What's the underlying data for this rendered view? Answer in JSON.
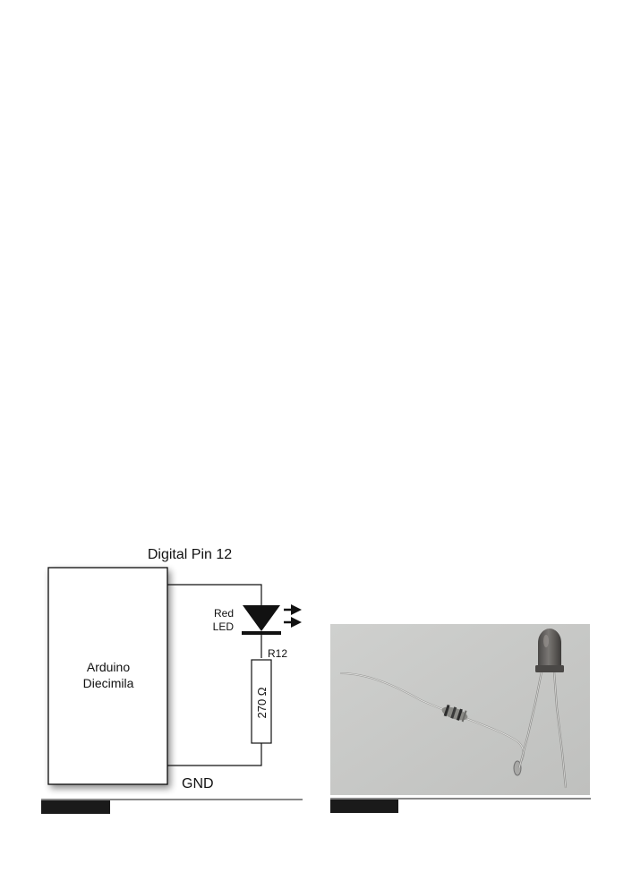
{
  "schematic": {
    "pin_label": "Digital Pin 12",
    "board_line1": "Arduino",
    "board_line2": "Diecimila",
    "led_line1": "Red",
    "led_line2": "LED",
    "resistor_id": "R12",
    "resistor_value": "270 Ω",
    "ground_label": "GND"
  },
  "photo": {
    "subject": "resistor soldered to red LED lead"
  },
  "colors": {
    "caption_bar": "#1a1a1a",
    "photo_background": "#c9cac8",
    "led_body": "#5a5856"
  }
}
